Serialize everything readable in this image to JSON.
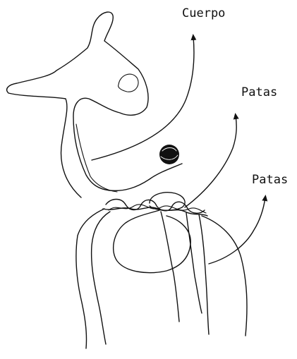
{
  "labels": {
    "body": "Cuerpo",
    "legs_1": "Patas",
    "legs_2": "Patas"
  },
  "colors": {
    "ink": "#111111",
    "background": "#ffffff"
  }
}
